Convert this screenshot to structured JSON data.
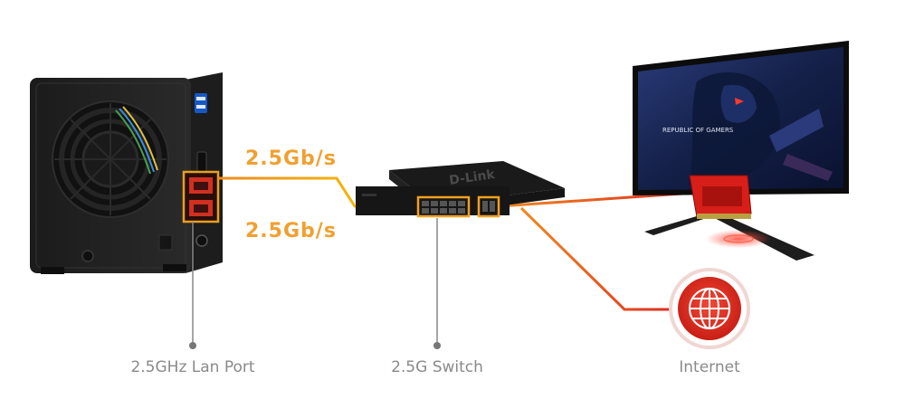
{
  "speed_labels": {
    "upper": "2.5Gb/s",
    "lower": "2.5Gb/s"
  },
  "captions": {
    "nas": "2.5GHz Lan Port",
    "switch": "2.5G Switch",
    "internet": "Internet"
  },
  "switch_brand": "D-Link",
  "monitor_text": "REPUBLIC OF GAMERS",
  "colors": {
    "yellow_link": "#f5c000",
    "orange_link": "#f08a20",
    "red_link": "#e32a1e",
    "highlight_orange": "#f2a020",
    "caption_gray": "#8a8a8a"
  }
}
